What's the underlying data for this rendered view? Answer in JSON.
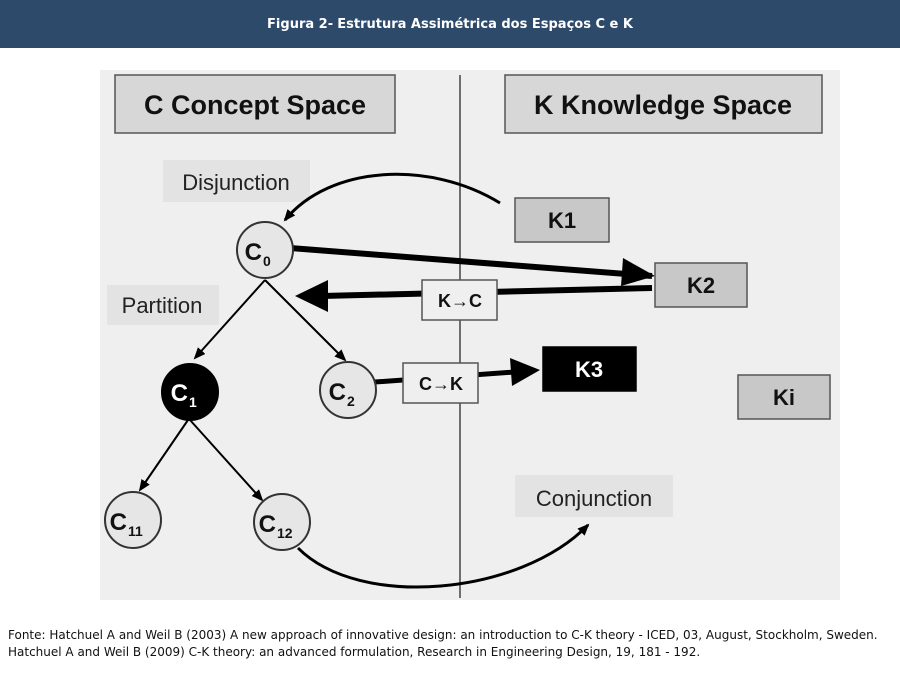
{
  "header": {
    "prefix": "Figura 2-",
    "title": "Estrutura Assimétrica dos Espaços C e K"
  },
  "diagram": {
    "c_space_title": "C Concept Space",
    "k_space_title": "K Knowledge Space",
    "labels": {
      "disjunction": "Disjunction",
      "partition": "Partition",
      "conjunction": "Conjunction",
      "k_to_c": "K→C",
      "c_to_k": "C→K"
    },
    "nodes": {
      "c0": {
        "base": "C",
        "sub": "0"
      },
      "c1": {
        "base": "C",
        "sub": "1"
      },
      "c2": {
        "base": "C",
        "sub": "2"
      },
      "c11": {
        "base": "C",
        "sub": "11"
      },
      "c12": {
        "base": "C",
        "sub": "12"
      }
    },
    "k_boxes": {
      "k1": "K1",
      "k2": "K2",
      "k3": "K3",
      "ki": "Ki"
    }
  },
  "footer": {
    "line1": "Fonte: Hatchuel A and Weil B (2003) A new approach of innovative design: an introduction to C-K theory - ICED, 03, August, Stockholm, Sweden.",
    "line2": "Hatchuel A and Weil B (2009) C-K theory: an advanced formulation, Research in Engineering Design, 19, 181 - 192."
  },
  "colors": {
    "header_bg": "#2d4a6b",
    "diagram_bg": "#efefef",
    "box_fill": "#cfcfcf",
    "node_fill": "#e6e6e6",
    "dark": "#000000"
  }
}
